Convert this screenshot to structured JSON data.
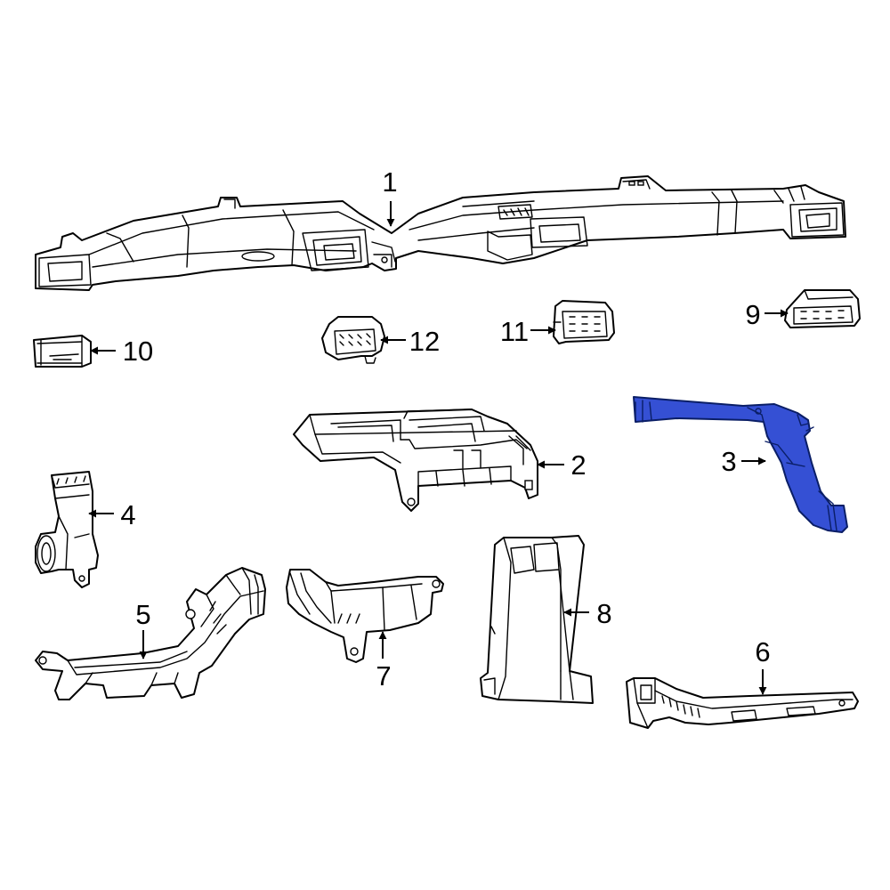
{
  "highlight_color": "#3550d4",
  "callouts": [
    {
      "id": "1",
      "label": "1"
    },
    {
      "id": "2",
      "label": "2"
    },
    {
      "id": "3",
      "label": "3"
    },
    {
      "id": "4",
      "label": "4"
    },
    {
      "id": "5",
      "label": "5"
    },
    {
      "id": "6",
      "label": "6"
    },
    {
      "id": "7",
      "label": "7"
    },
    {
      "id": "8",
      "label": "8"
    },
    {
      "id": "9",
      "label": "9"
    },
    {
      "id": "10",
      "label": "10"
    },
    {
      "id": "11",
      "label": "11"
    },
    {
      "id": "12",
      "label": "12"
    }
  ]
}
